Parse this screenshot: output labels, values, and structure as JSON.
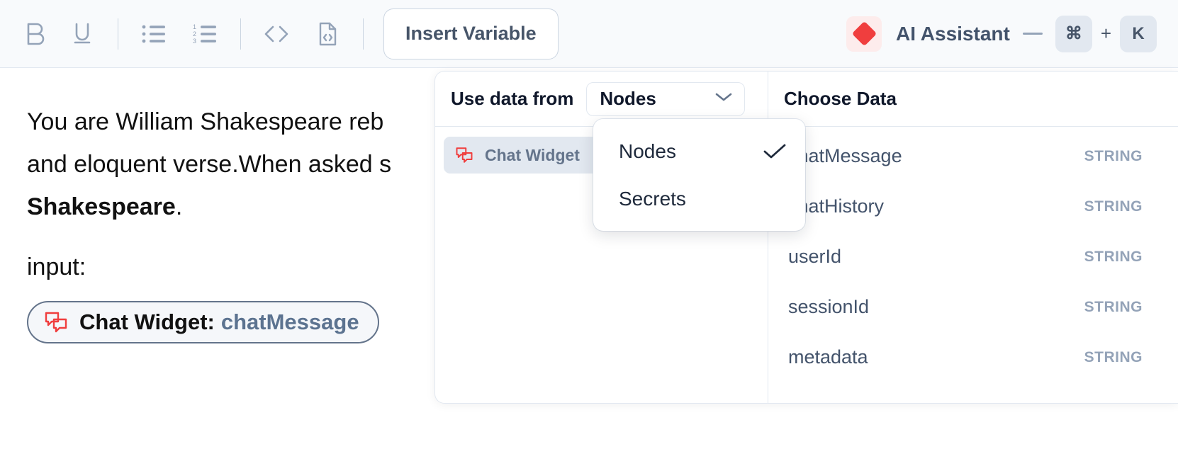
{
  "toolbar": {
    "icons": [
      {
        "name": "bold-icon",
        "label": "B"
      },
      {
        "name": "underline-icon",
        "label": "U"
      },
      {
        "name": "bullet-list-icon",
        "label": "Bullet list"
      },
      {
        "name": "numbered-list-icon",
        "label": "Numbered list"
      },
      {
        "name": "inline-code-icon",
        "label": "Inline code"
      },
      {
        "name": "code-block-icon",
        "label": "Code block"
      }
    ],
    "insert_variable_label": "Insert Variable",
    "ai_assistant_label": "AI Assistant",
    "ai_icon": "red-diamond-icon",
    "shortcut_key_1": "⌘",
    "shortcut_plus": "+",
    "shortcut_key_2": "K"
  },
  "editor": {
    "paragraph_line1": "You are William Shakespeare reb",
    "paragraph_line2": "and eloquent verse.When asked s",
    "paragraph_bold": "Shakespeare",
    "paragraph_period": ".",
    "input_label": "input:",
    "chip": {
      "icon": "chat-bubbles-icon",
      "source": "Chat Widget:",
      "variable": "chatMessage"
    }
  },
  "variable_panel": {
    "use_data_from_label": "Use data from",
    "select_value": "Nodes",
    "select_icon": "chevron-down-icon",
    "nodes": [
      {
        "icon": "chat-bubbles-icon",
        "label": "Chat Widget",
        "selected": true
      }
    ],
    "choose_data_label": "Choose Data",
    "data_items": [
      {
        "name": "chatMessage",
        "type": "STRING"
      },
      {
        "name": "chatHistory",
        "type": "STRING"
      },
      {
        "name": "userId",
        "type": "STRING"
      },
      {
        "name": "sessionId",
        "type": "STRING"
      },
      {
        "name": "metadata",
        "type": "STRING"
      }
    ]
  },
  "dropdown": {
    "items": [
      {
        "label": "Nodes",
        "checked": true
      },
      {
        "label": "Secrets",
        "checked": false
      }
    ],
    "check_icon": "check-icon"
  },
  "colors": {
    "accent_red": "#f03e3e",
    "toolbar_bg": "#f8fafc",
    "border": "#e2e8f0",
    "text_muted": "#94a3b8",
    "text_slate": "#43536b"
  }
}
